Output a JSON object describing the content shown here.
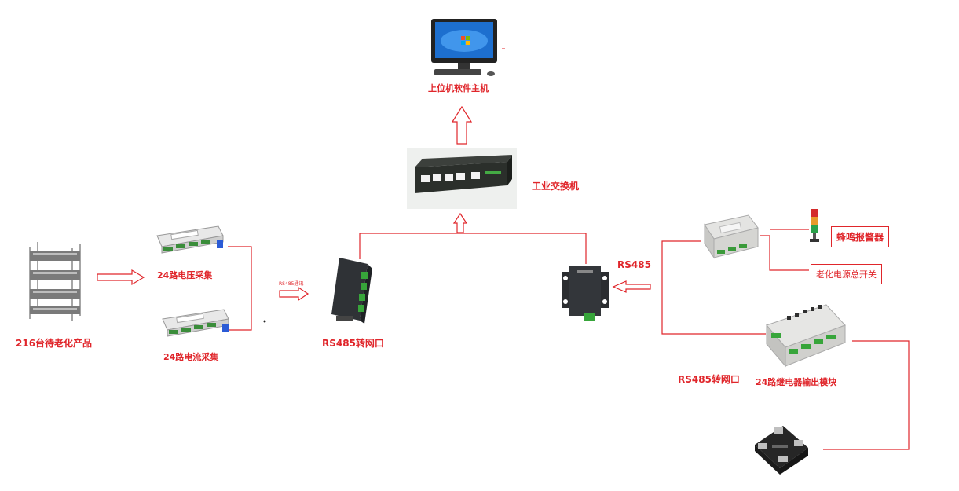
{
  "labels": {
    "host": "上位机软件主机",
    "switch": "工业交换机",
    "products": "216台待老化产品",
    "voltage": "24路电压采集",
    "current": "24路电流采集",
    "rs485_comm": "RS485通讯",
    "gateway_left": "RS485转网口",
    "rs485": "RS485",
    "gateway_right": "RS485转网口",
    "relay_module": "24路继电器输出模块",
    "buzzer": "蜂鸣报警器",
    "power_switch": "老化电源总开关"
  },
  "colors": {
    "accent": "#e0262b",
    "wire": "#e0262b"
  },
  "icons": {
    "host": "desktop-computer-icon",
    "switch": "ethernet-switch-icon",
    "rack": "product-rack-icon",
    "module": "io-module-icon",
    "gateway": "rs485-gateway-icon",
    "relay": "relay-board-icon",
    "ssr": "solid-state-relay-icon",
    "tower": "signal-tower-icon"
  }
}
